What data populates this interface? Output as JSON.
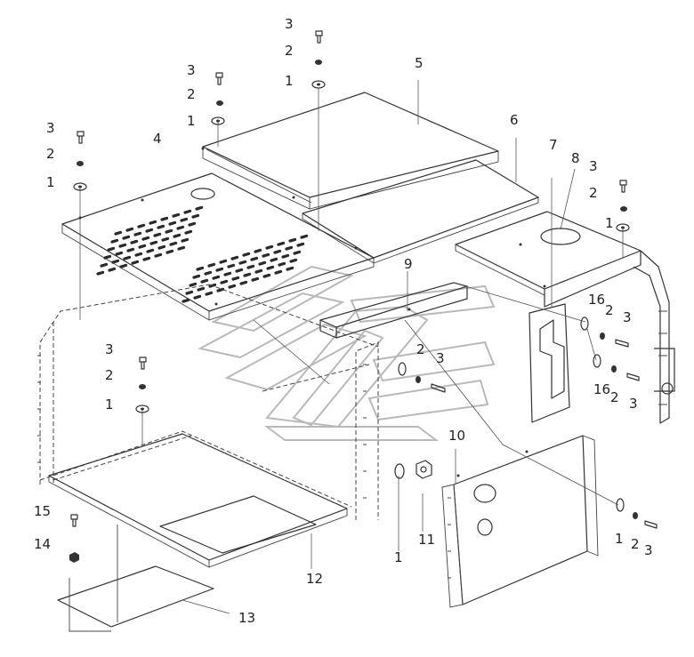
{
  "callouts": [
    {
      "text": "3"
    },
    {
      "text": "2"
    },
    {
      "text": "1"
    },
    {
      "text": "5"
    },
    {
      "text": "3"
    },
    {
      "text": "2"
    },
    {
      "text": "1"
    },
    {
      "text": "3"
    },
    {
      "text": "2"
    },
    {
      "text": "1"
    },
    {
      "text": "4"
    },
    {
      "text": "6"
    },
    {
      "text": "7"
    },
    {
      "text": "8"
    },
    {
      "text": "3"
    },
    {
      "text": "2"
    },
    {
      "text": "1"
    },
    {
      "text": "9"
    },
    {
      "text": "16"
    },
    {
      "text": "2"
    },
    {
      "text": "3"
    },
    {
      "text": "16"
    },
    {
      "text": "2"
    },
    {
      "text": "3"
    },
    {
      "text": "3"
    },
    {
      "text": "2"
    },
    {
      "text": "1"
    },
    {
      "text": "2"
    },
    {
      "text": "3"
    },
    {
      "text": "10"
    },
    {
      "text": "15"
    },
    {
      "text": "14"
    },
    {
      "text": "1"
    },
    {
      "text": "11"
    },
    {
      "text": "12"
    },
    {
      "text": "13"
    },
    {
      "text": "1"
    },
    {
      "text": "2"
    },
    {
      "text": "3"
    }
  ]
}
